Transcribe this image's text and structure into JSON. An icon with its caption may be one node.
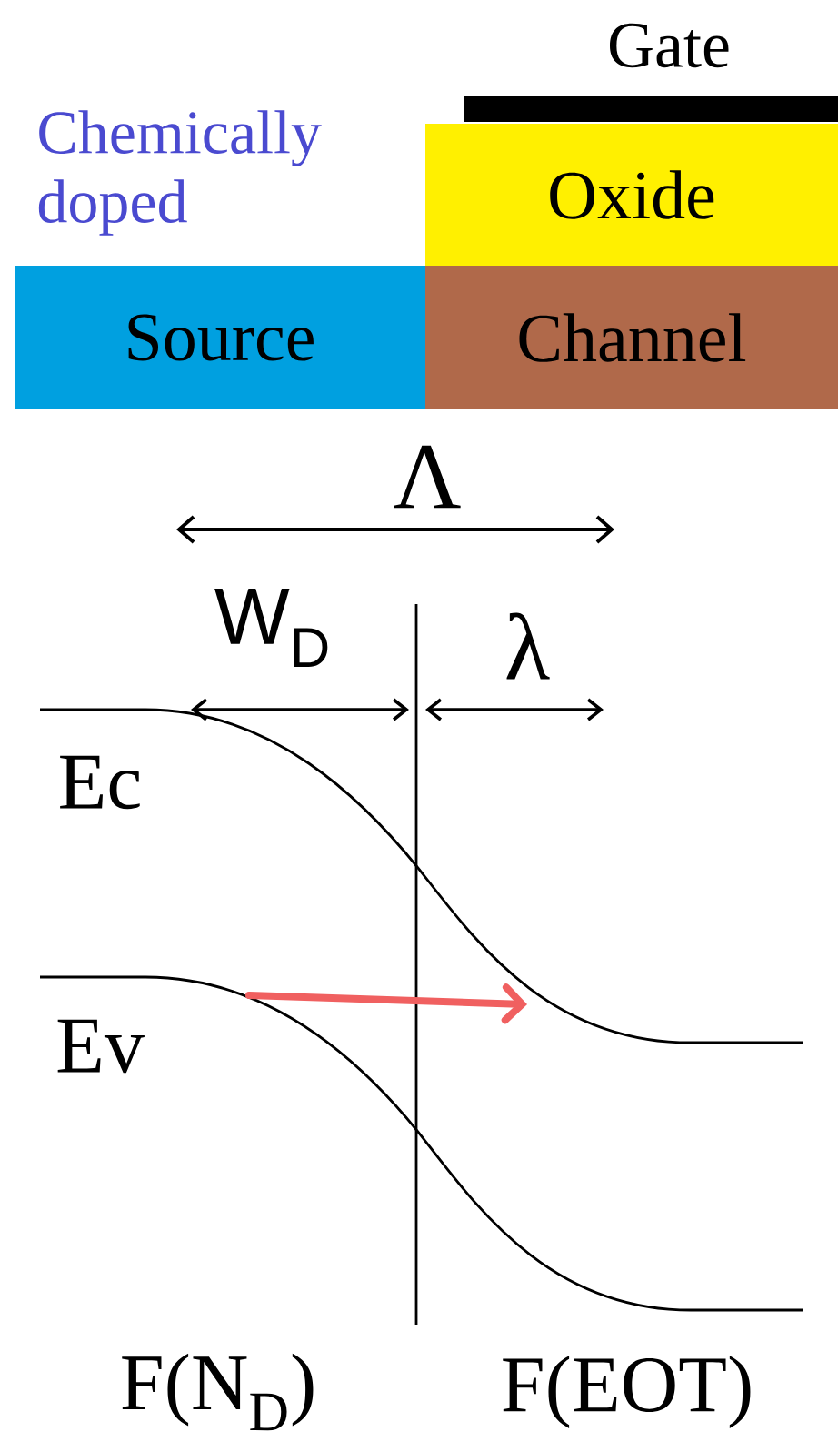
{
  "diagram": {
    "nodes": [
      {
        "text": [
          "Gate"
        ]
      },
      {
        "text": [
          "Oxide"
        ]
      },
      {
        "text": [
          "Source"
        ]
      },
      {
        "text": [
          "Channel"
        ]
      }
    ],
    "labels": [
      "Chemically doped",
      "Λ",
      "W$_{D}$",
      "λ",
      "Ec",
      "Ev",
      "F(N$_{D}$)",
      "F(EOT)"
    ]
  }
}
